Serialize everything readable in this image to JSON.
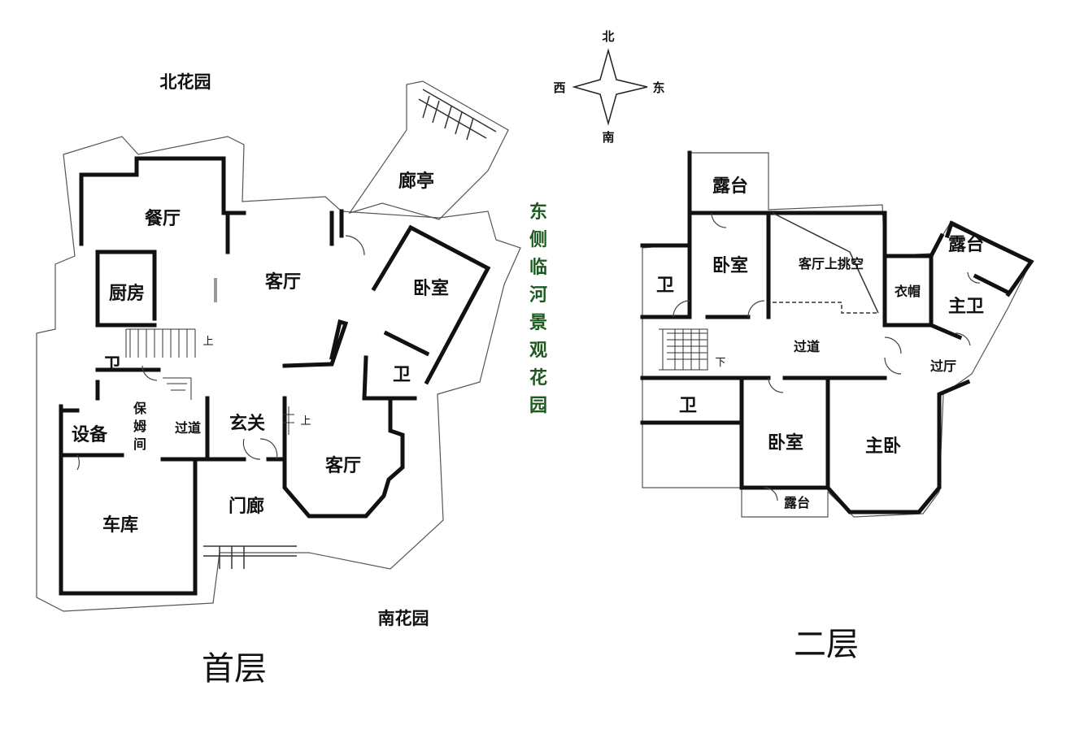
{
  "compass": {
    "north": "北",
    "south": "南",
    "west": "西",
    "east": "东"
  },
  "first_floor": {
    "title": "首层",
    "north_garden": "北花园",
    "south_garden": "南花园",
    "east_river": [
      "东",
      "侧",
      "临",
      "河",
      "景",
      "观",
      "花",
      "园"
    ],
    "rooms": {
      "dining": "餐厅",
      "kitchen": "厨房",
      "living": "客厅",
      "pavilion": "廊亭",
      "bedroom": "卧室",
      "bath_west": "卫",
      "bath_east": "卫",
      "equipment": "设备",
      "nanny": [
        "保",
        "姆",
        "间"
      ],
      "passage": "过道",
      "foyer": "玄关",
      "living_south": "客厅",
      "porch": "门廊",
      "garage": "车库"
    },
    "stair_up_1": "上",
    "stair_up_2": "上"
  },
  "second_floor": {
    "title": "二层",
    "rooms": {
      "terrace_north": "露台",
      "bedroom_north": "卧室",
      "bath_west_top": "卫",
      "void": "客厅上挑空",
      "cloak": "衣帽",
      "terrace_east": "露台",
      "master_bath": "主卫",
      "corridor": "过道",
      "hall": "过厅",
      "bath_west_bottom": "卫",
      "bedroom_south": "卧室",
      "master_bedroom": "主卧",
      "terrace_south": "露台"
    },
    "stair_down": "下"
  }
}
